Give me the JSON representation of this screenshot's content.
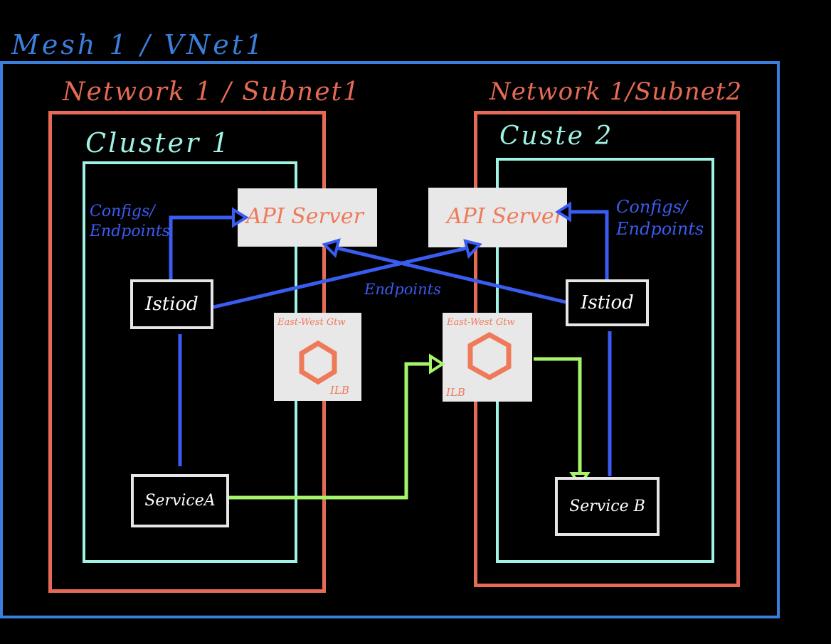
{
  "mesh": {
    "label": "Mesh 1 / VNet1"
  },
  "networks": [
    {
      "label": "Network 1 / Subnet1"
    },
    {
      "label": "Network 1/Subnet2"
    }
  ],
  "clusters": [
    {
      "label": "Cluster 1",
      "api_server": "API Server",
      "istiod": "Istiod",
      "service": "ServiceA",
      "gateway_title": "East-West Gtw",
      "gateway_sub": "ILB",
      "side_label": "Configs/ Endpoints"
    },
    {
      "label": "Custe 2",
      "api_server": "API Server",
      "istiod": "Istiod",
      "service": "Service B",
      "gateway_title": "East-West Gtw",
      "gateway_sub": "ILB",
      "side_label": "Configs/ Endpoints"
    }
  ],
  "cross_label": "Endpoints",
  "colors": {
    "mesh": "#3a7fdc",
    "network": "#e66a55",
    "cluster": "#9ff2e4",
    "control_arrow": "#3a5cf0",
    "data_arrow": "#a6f46a",
    "node_border": "#e6e6e6",
    "api_fill": "#e8e8e8"
  }
}
